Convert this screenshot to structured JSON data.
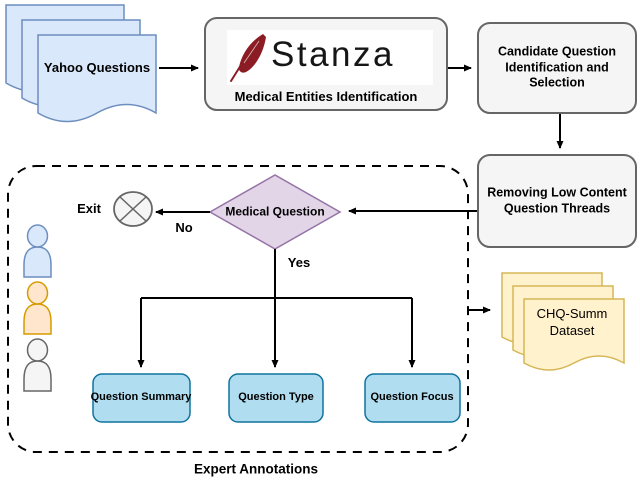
{
  "colors": {
    "line": "#000000",
    "doc_blue_fill": "#dae8fc",
    "doc_blue_stroke": "#6c8ebf",
    "doc_yellow_fill": "#fff2cc",
    "doc_yellow_stroke": "#d6b656",
    "box_gray_fill": "#f5f5f5",
    "box_gray_stroke": "#666666",
    "diamond_fill": "#e1d5e7",
    "diamond_stroke": "#9673a6",
    "box_blue_fill": "#b1ddf0",
    "box_blue_stroke": "#10739e",
    "person_blue_fill": "#dae8fc",
    "person_blue_stroke": "#6c8ebf",
    "person_orange_fill": "#ffe6cc",
    "person_orange_stroke": "#d79b00",
    "person_gray_fill": "#f5f5f5",
    "person_gray_stroke": "#666666",
    "exit_circle_fill": "#f5f5f5",
    "exit_circle_stroke": "#666666",
    "stanza_red": "#8c1c24",
    "stanza_logo_bg": "#ffffff"
  },
  "nodes": {
    "yahoo_questions": {
      "label": "Yahoo Questions"
    },
    "stanza": {
      "logo_text": "Stanza",
      "subtitle": "Medical Entities Identification"
    },
    "candidate": {
      "label_line1": "Candidate Question",
      "label_line2": "Identification and Selection"
    },
    "removing": {
      "label_line1": "Removing Low Content",
      "label_line2": "Question Threads"
    },
    "medical_question": {
      "label": "Medical Question"
    },
    "exit": {
      "label": "Exit"
    },
    "question_summary": {
      "label": "Question Summary"
    },
    "question_type": {
      "label": "Question Type"
    },
    "question_focus": {
      "label": "Question Focus"
    },
    "chq_dataset": {
      "label_line1": "CHQ-Summ",
      "label_line2": "Dataset"
    }
  },
  "edges": {
    "no_label": "No",
    "yes_label": "Yes"
  },
  "annotations": {
    "expert_label": "Expert Annotations"
  }
}
